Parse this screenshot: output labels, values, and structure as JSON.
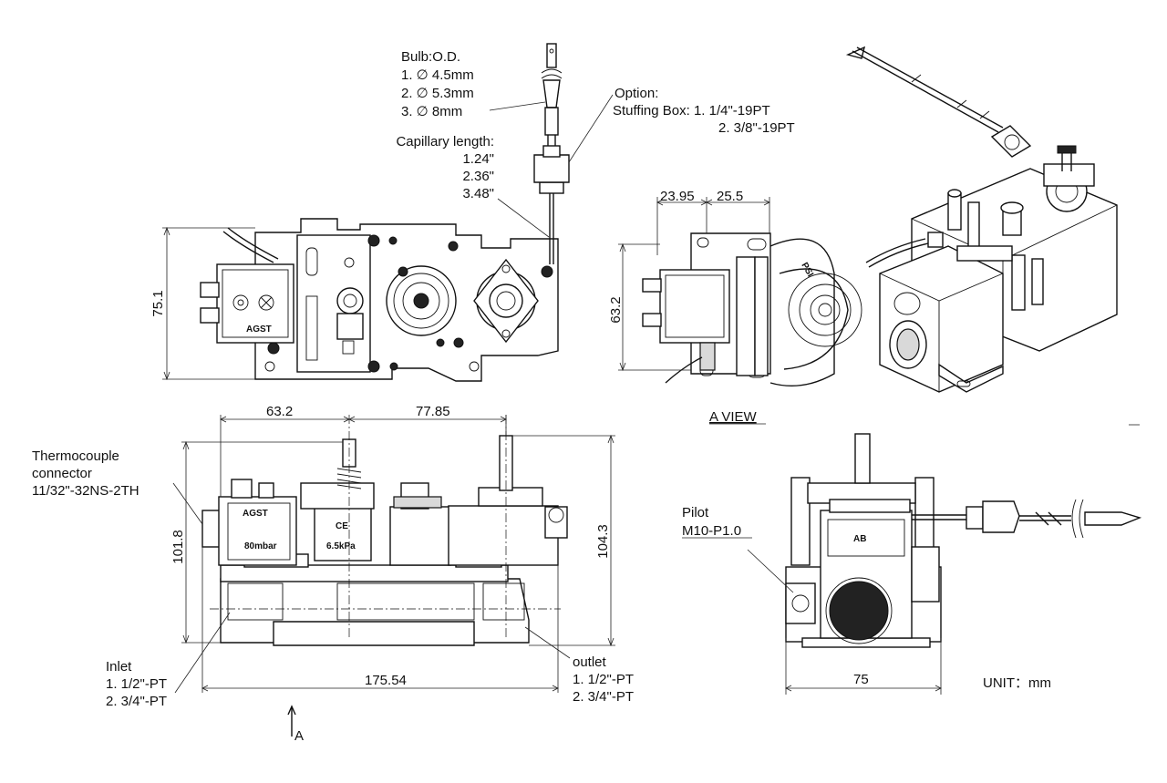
{
  "labels": {
    "bulb_title": "Bulb:O.D.",
    "bulb_1": "1. ∅ 4.5mm",
    "bulb_2": "2. ∅ 5.3mm",
    "bulb_3": "3. ∅ 8mm",
    "option": "Option:",
    "stuffing_1": "Stuffing Box: 1. 1/4\"-19PT",
    "stuffing_2": "2. 3/8\"-19PT",
    "cap_title": "Capillary length:",
    "cap_1": "1.24\"",
    "cap_2": "2.36\"",
    "cap_3": "3.48\"",
    "thermo_1": "Thermocouple",
    "thermo_2": "connector",
    "thermo_3": "11/32\"-32NS-2TH",
    "pilot_1": "Pilot",
    "pilot_2": "M10-P1.0",
    "inlet_title": "Inlet",
    "inlet_1": "1. 1/2\"-PT",
    "inlet_2": "2. 3/4\"-PT",
    "outlet_title": "outlet",
    "outlet_1": "1. 1/2\"-PT",
    "outlet_2": "2. 3/4\"-PT",
    "a_view": "A VIEW",
    "a_marker": "A",
    "unit": "UNIT：mm"
  },
  "dimensions": {
    "top_height": "75.1",
    "side_height": "63.2",
    "side_w1": "23.95",
    "side_w2": "25.5",
    "front_w1": "63.2",
    "front_w2": "77.85",
    "front_h_left": "101.8",
    "front_h_right": "104.3",
    "front_total": "175.54",
    "end_width": "75"
  },
  "part_markings": {
    "brand": "AGST",
    "ce": "CE",
    "pressure": "6.5kPa",
    "ab": "AB",
    "psi": "PSI",
    "rating": "80mbar"
  }
}
